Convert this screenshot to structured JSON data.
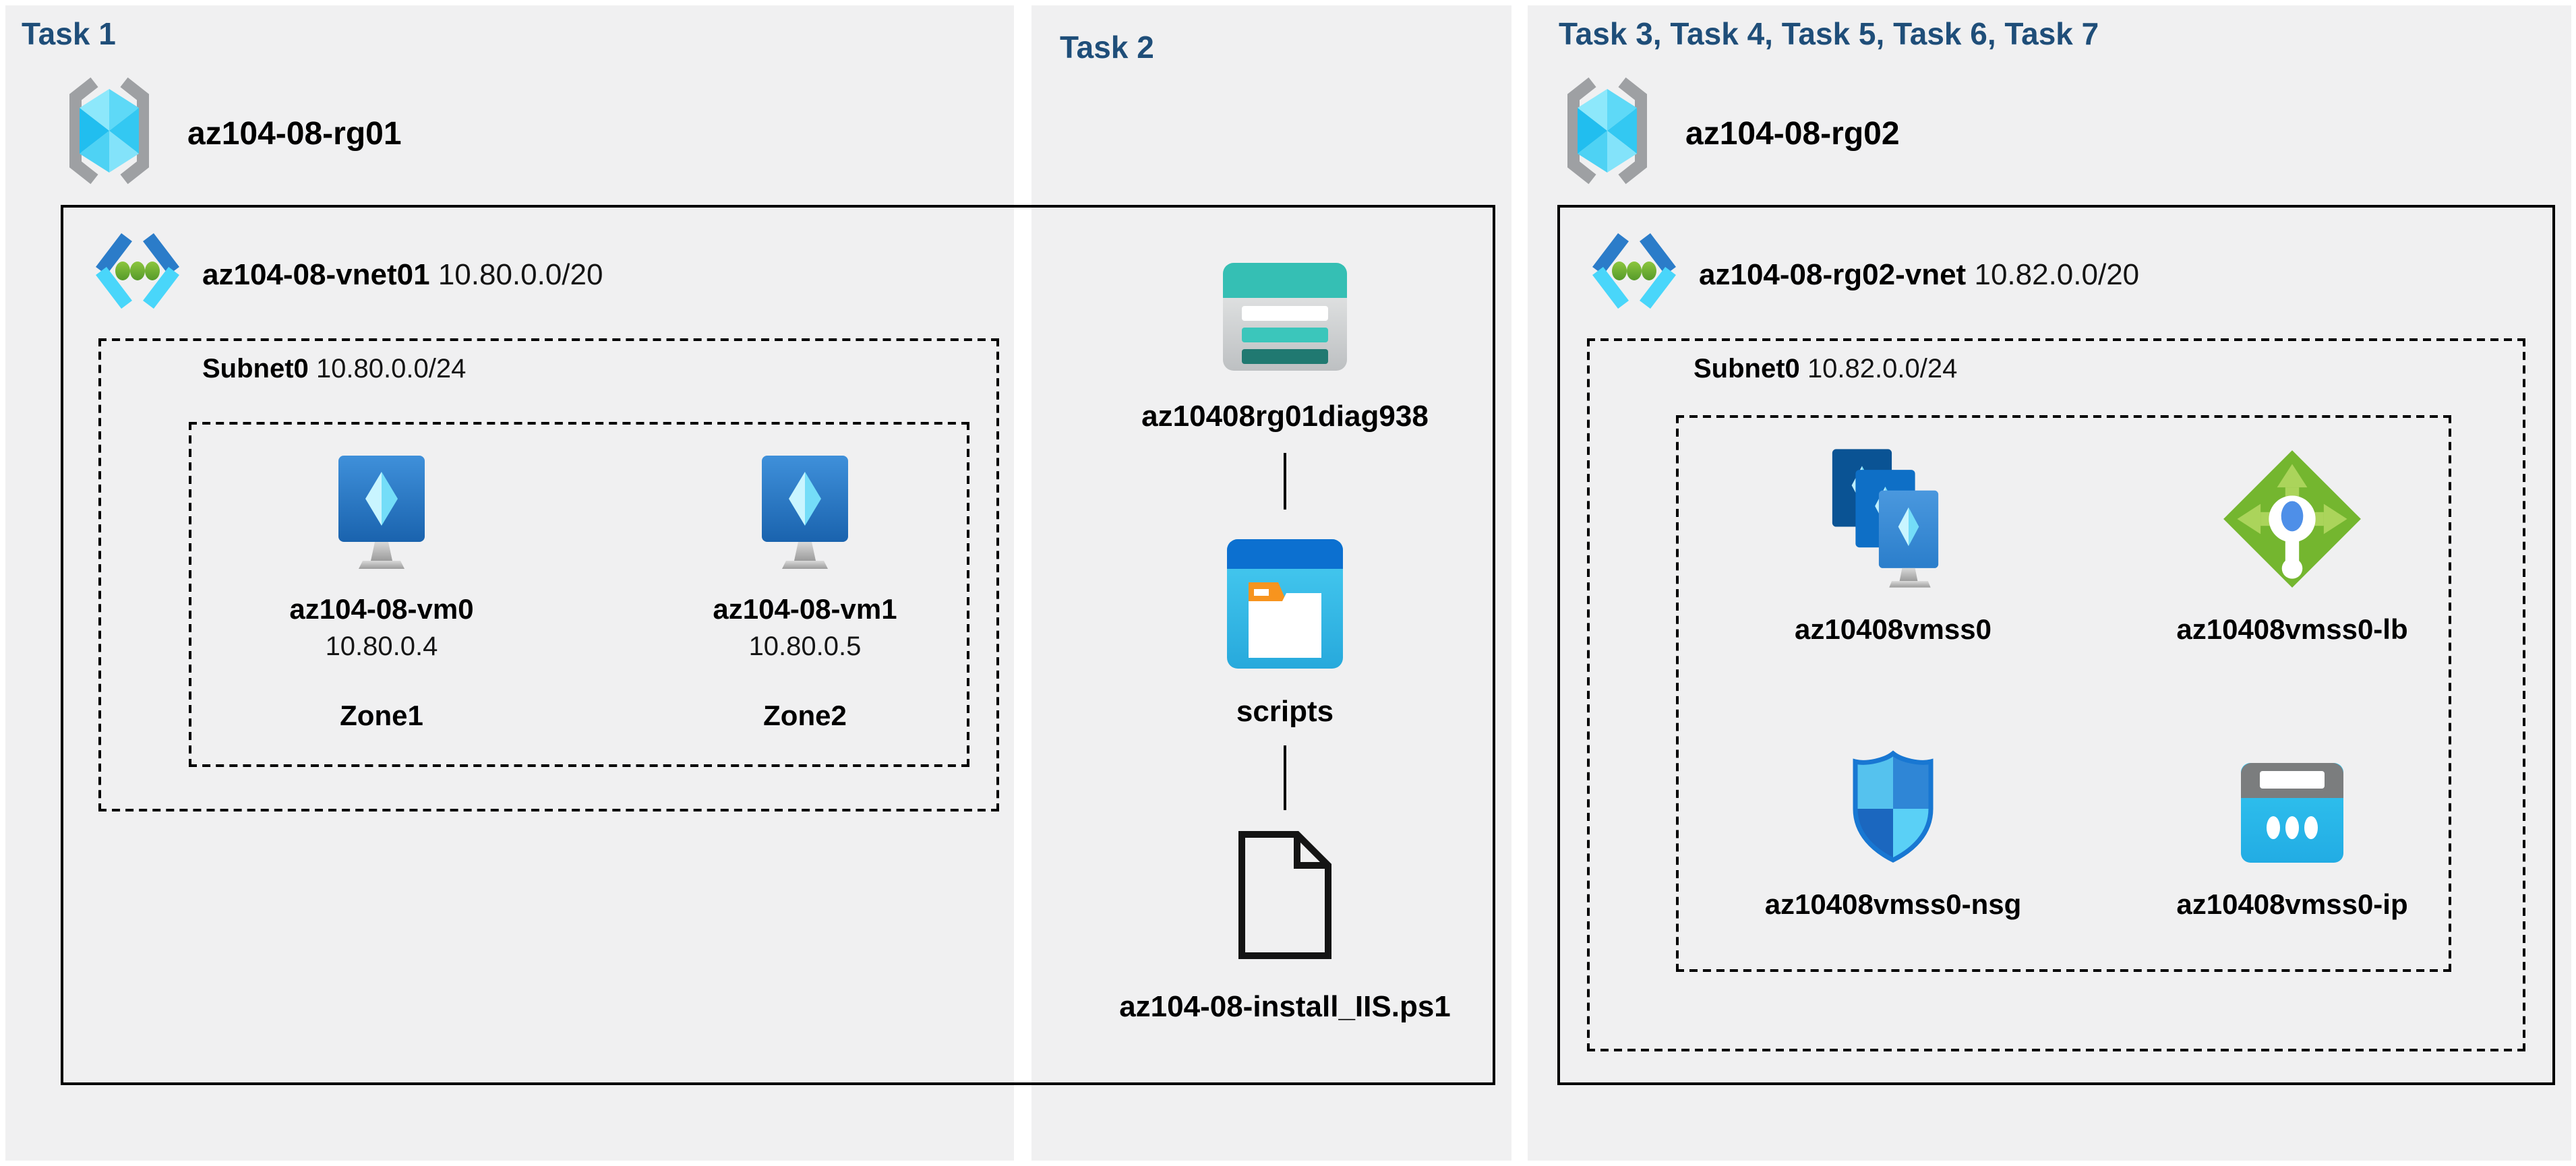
{
  "colors": {
    "header_blue": "#1F4E79",
    "panel_gray": "#F0F0F1",
    "outline_black": "#000000",
    "azure_blue": "#2B7CC9",
    "azure_cyan": "#49D6FA",
    "teal": "#35BFB4",
    "green_lb": "#74B62F"
  },
  "icons": {
    "resource_group": "brackets-cube-icon",
    "virtual_network": "chevrons-dots-icon",
    "virtual_machine": "monitor-diamond-icon",
    "storage_account": "teal-table-icon",
    "blob_container": "window-folder-icon",
    "script_file": "document-outline-icon",
    "vmss": "stacked-monitors-icon",
    "load_balancer": "green-diamond-arrows-icon",
    "nsg": "quartered-shield-icon",
    "public_ip": "cyan-panel-dots-icon"
  },
  "task1": {
    "title": "Task 1",
    "resource_group": "az104-08-rg01",
    "vnet": {
      "name": "az104-08-vnet01",
      "cidr": "10.80.0.0/20"
    },
    "subnet": {
      "name": "Subnet0",
      "cidr": "10.80.0.0/24"
    },
    "vms": [
      {
        "name": "az104-08-vm0",
        "ip": "10.80.0.4",
        "zone": "Zone1"
      },
      {
        "name": "az104-08-vm1",
        "ip": "10.80.0.5",
        "zone": "Zone2"
      }
    ]
  },
  "task2": {
    "title": "Task 2",
    "storage_account": "az10408rg01diag938",
    "container": "scripts",
    "file": "az104-08-install_IIS.ps1"
  },
  "task3": {
    "title": "Task 3, Task 4, Task 5, Task 6, Task 7",
    "resource_group": "az104-08-rg02",
    "vnet": {
      "name": "az104-08-rg02-vnet",
      "cidr": "10.82.0.0/20"
    },
    "subnet": {
      "name": "Subnet0",
      "cidr": "10.82.0.0/24"
    },
    "resources": [
      {
        "name": "az10408vmss0",
        "type": "vmss"
      },
      {
        "name": "az10408vmss0-lb",
        "type": "load-balancer"
      },
      {
        "name": "az10408vmss0-nsg",
        "type": "network-security-group"
      },
      {
        "name": "az10408vmss0-ip",
        "type": "public-ip"
      }
    ]
  }
}
